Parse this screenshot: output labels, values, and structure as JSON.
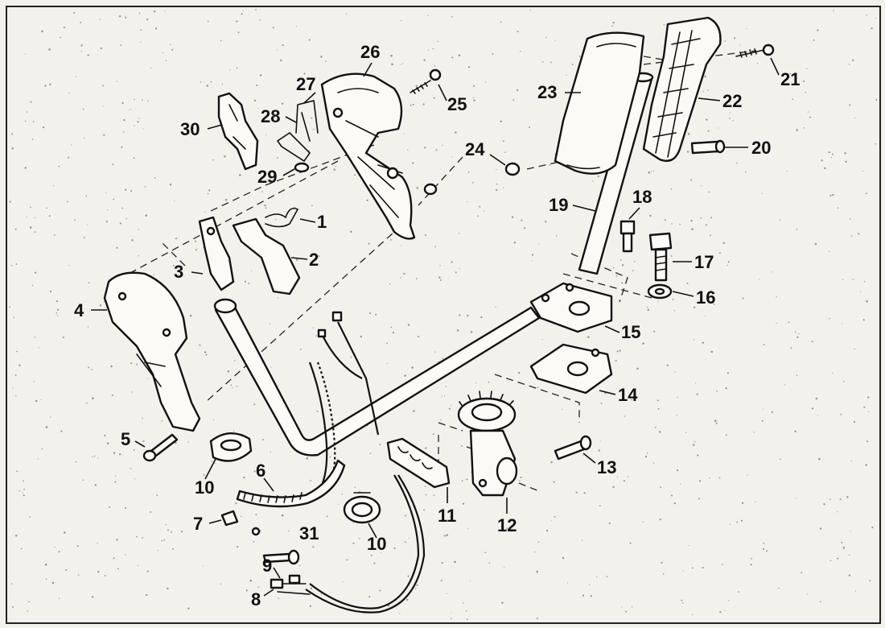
{
  "diagram": {
    "parts": [
      {
        "id": "p1",
        "number": "1"
      },
      {
        "id": "p2",
        "number": "2"
      },
      {
        "id": "p3",
        "number": "3"
      },
      {
        "id": "p4",
        "number": "4"
      },
      {
        "id": "p5",
        "number": "5"
      },
      {
        "id": "p6",
        "number": "6"
      },
      {
        "id": "p7",
        "number": "7"
      },
      {
        "id": "p8",
        "number": "8"
      },
      {
        "id": "p9",
        "number": "9"
      },
      {
        "id": "p10a",
        "number": "10"
      },
      {
        "id": "p10b",
        "number": "10"
      },
      {
        "id": "p11",
        "number": "11"
      },
      {
        "id": "p12",
        "number": "12"
      },
      {
        "id": "p13",
        "number": "13"
      },
      {
        "id": "p14",
        "number": "14"
      },
      {
        "id": "p15",
        "number": "15"
      },
      {
        "id": "p16",
        "number": "16"
      },
      {
        "id": "p17",
        "number": "17"
      },
      {
        "id": "p18",
        "number": "18"
      },
      {
        "id": "p19",
        "number": "19"
      },
      {
        "id": "p20",
        "number": "20"
      },
      {
        "id": "p21",
        "number": "21"
      },
      {
        "id": "p22",
        "number": "22"
      },
      {
        "id": "p23",
        "number": "23"
      },
      {
        "id": "p24",
        "number": "24"
      },
      {
        "id": "p25",
        "number": "25"
      },
      {
        "id": "p26",
        "number": "26"
      },
      {
        "id": "p27",
        "number": "27"
      },
      {
        "id": "p28",
        "number": "28"
      },
      {
        "id": "p29",
        "number": "29"
      },
      {
        "id": "p30",
        "number": "30"
      },
      {
        "id": "p31",
        "number": "31"
      }
    ]
  }
}
